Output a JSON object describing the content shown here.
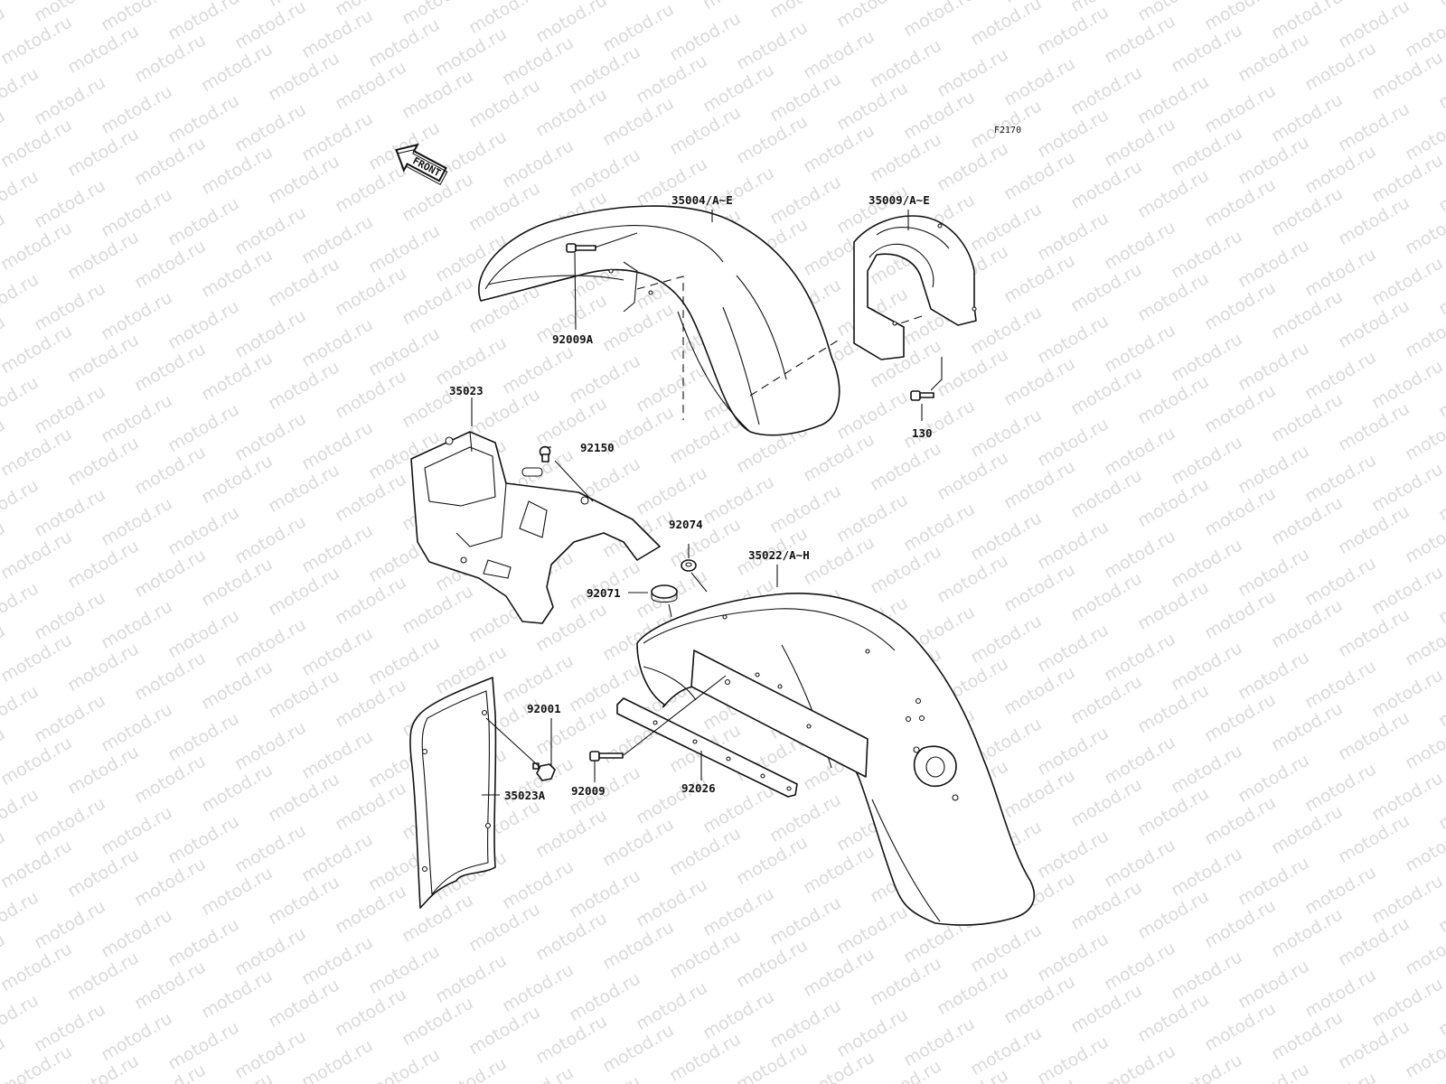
{
  "watermark": "motod.ru",
  "figure_code": "F2170",
  "front_arrow_label": "FRONT",
  "parts": {
    "p35004": "35004/A~E",
    "p35009": "35009/A~E",
    "p92009A": "92009A",
    "p130": "130",
    "p35023": "35023",
    "p92150": "92150",
    "p92074": "92074",
    "p92071": "92071",
    "p35022": "35022/A~H",
    "p92001": "92001",
    "p92009": "92009",
    "p92026": "92026",
    "p35023A": "35023A"
  }
}
